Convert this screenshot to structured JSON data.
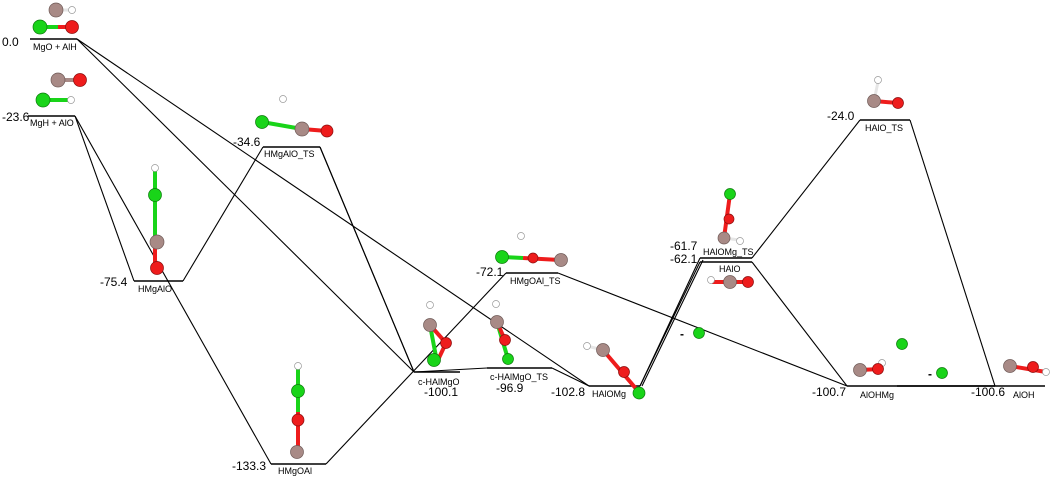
{
  "colors": {
    "Mg": "#19d419",
    "Al": "#a88a86",
    "O": "#ee1c1c",
    "H": "#e6e6e6",
    "line": "#000000",
    "background": "#ffffff"
  },
  "species": [
    {
      "id": "MgO_AlH",
      "label": "MgO + AlH",
      "energy": "0.0"
    },
    {
      "id": "MgH_AlO",
      "label": "MgH + AlO",
      "energy": "-23.6"
    },
    {
      "id": "HMgAlO",
      "label": "HMgAlO",
      "energy": "-75.4"
    },
    {
      "id": "HMgAlO_TS",
      "label": "HMgAlO_TS",
      "energy": "-34.6"
    },
    {
      "id": "HMgOAl",
      "label": "HMgOAl",
      "energy": "-133.3"
    },
    {
      "id": "c_HAlMgO",
      "label": "c-HAlMgO",
      "energy": "-100.1"
    },
    {
      "id": "c_HAlMgO_TS",
      "label": "c-HAlMgO_TS",
      "energy": "-96.9"
    },
    {
      "id": "HMgOAl_TS",
      "label": "HMgOAl_TS",
      "energy": "-72.1"
    },
    {
      "id": "HAlOMg",
      "label": "HAlOMg",
      "energy": "-102.8"
    },
    {
      "id": "HAlOMg_TS",
      "label": "HAlOMg_TS",
      "energy": "-61.7"
    },
    {
      "id": "HAlO",
      "label": "HAlO",
      "energy": "-62.1"
    },
    {
      "id": "AlOHMg",
      "label": "AlOHMg",
      "energy": "-100.7"
    },
    {
      "id": "HAlO_TS",
      "label": "HAlO_TS",
      "energy": "-24.0"
    },
    {
      "id": "AlOH",
      "label": "AlOH",
      "energy": "-100.6"
    }
  ],
  "separators": [
    "-",
    "-"
  ]
}
